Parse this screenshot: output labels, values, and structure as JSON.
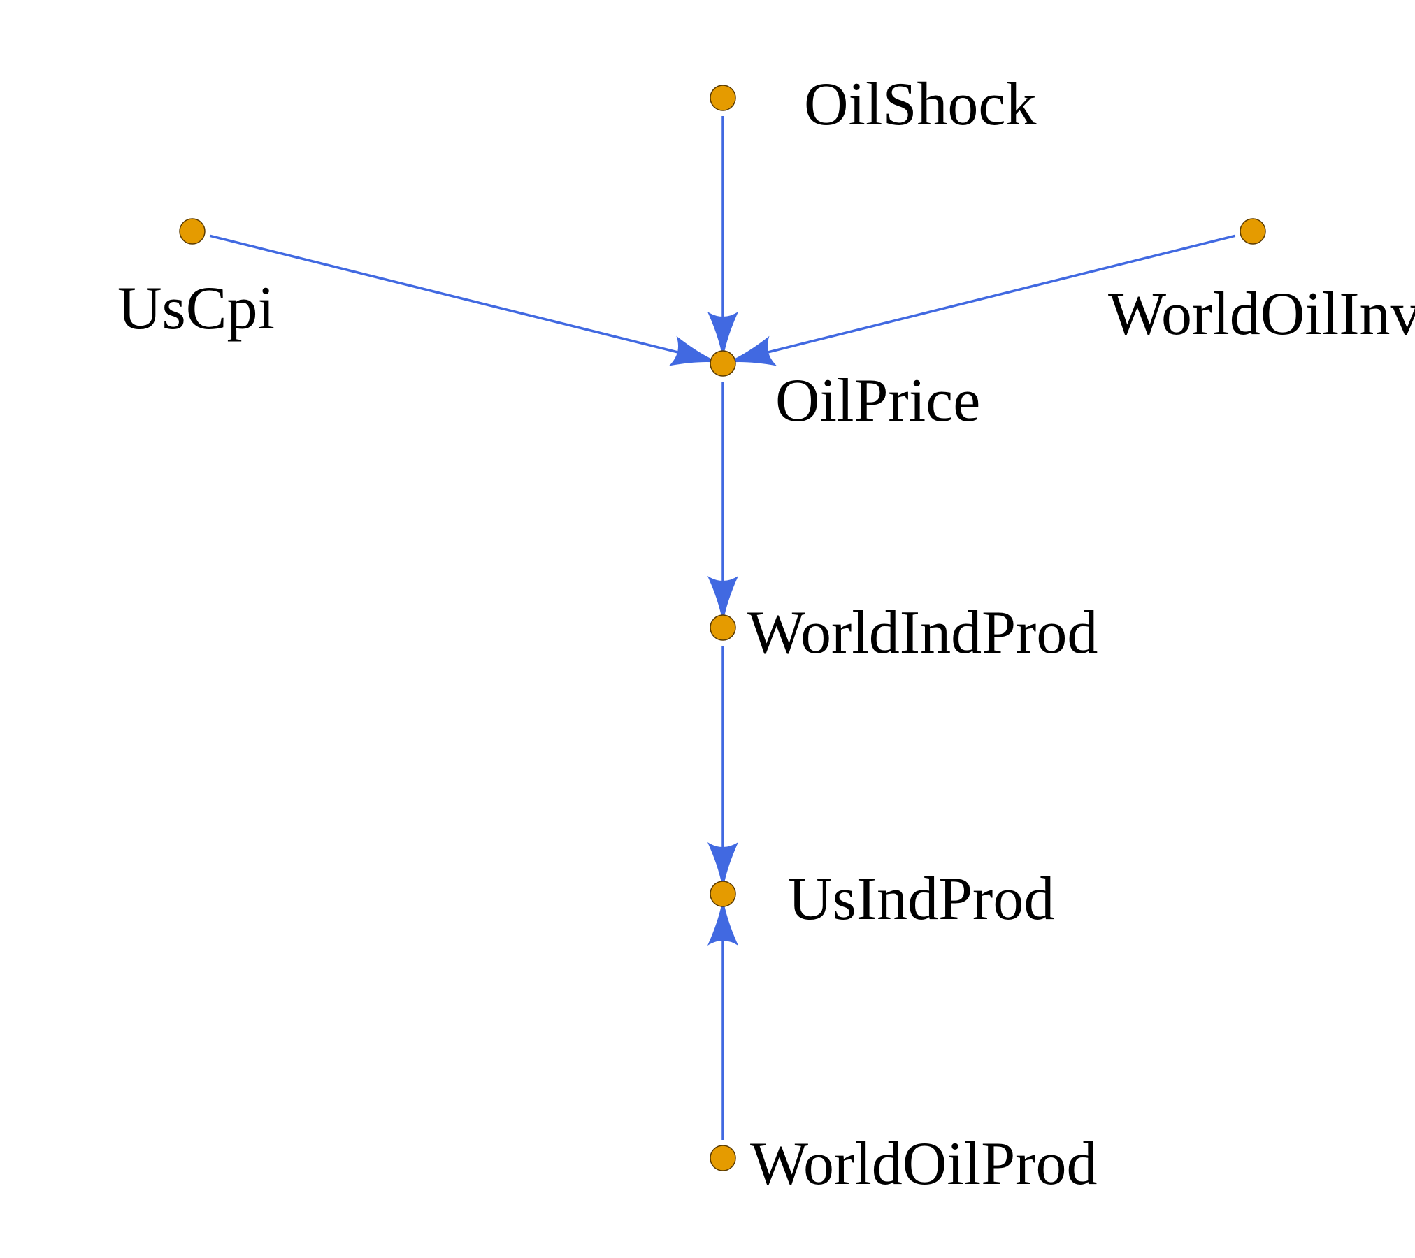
{
  "colors": {
    "edge": "#4169e1",
    "node_fill": "#e59b00",
    "node_stroke": "#5a3a00",
    "label": "#000000",
    "background": "#ffffff"
  },
  "nodes": [
    {
      "id": "oilshock",
      "label": "OilShock"
    },
    {
      "id": "uscpi",
      "label": "UsCpi"
    },
    {
      "id": "worldoilinv",
      "label": "WorldOilInv"
    },
    {
      "id": "oilprice",
      "label": "OilPrice"
    },
    {
      "id": "worldindprod",
      "label": "WorldIndProd"
    },
    {
      "id": "usindprod",
      "label": "UsIndProd"
    },
    {
      "id": "worldoilprod",
      "label": "WorldOilProd"
    }
  ],
  "edges": [
    {
      "from": "oilshock",
      "to": "oilprice"
    },
    {
      "from": "uscpi",
      "to": "oilprice"
    },
    {
      "from": "worldoilinv",
      "to": "oilprice"
    },
    {
      "from": "oilprice",
      "to": "worldindprod"
    },
    {
      "from": "worldindprod",
      "to": "usindprod"
    },
    {
      "from": "worldoilprod",
      "to": "usindprod"
    }
  ]
}
